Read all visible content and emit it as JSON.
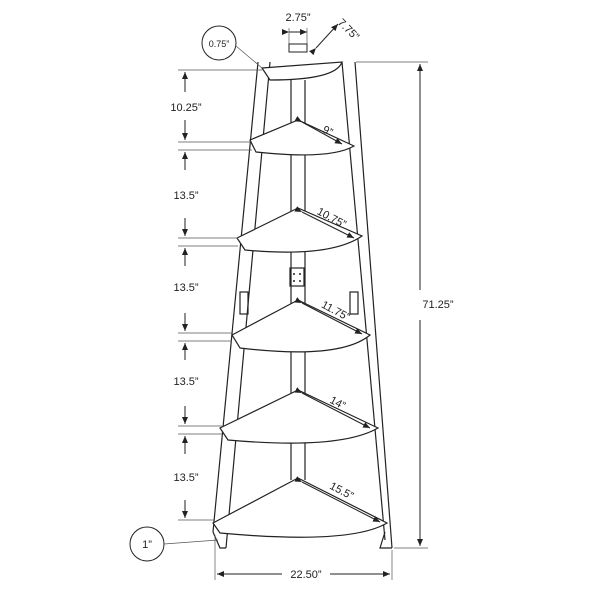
{
  "product_diagram": {
    "callouts": {
      "thickness": "0.75”",
      "foot": "1”"
    },
    "top_dimensions": {
      "post_width": "2.75”",
      "post_depth": "7.75”"
    },
    "shelf_depths": [
      "9”",
      "10.75”",
      "11.75”",
      "14”",
      "15.5”"
    ],
    "vertical_spacings": [
      "10.25”",
      "13.5”",
      "13.5”",
      "13.5”",
      "13.5”"
    ],
    "overall_height": "71.25”",
    "overall_width": "22.50”"
  }
}
